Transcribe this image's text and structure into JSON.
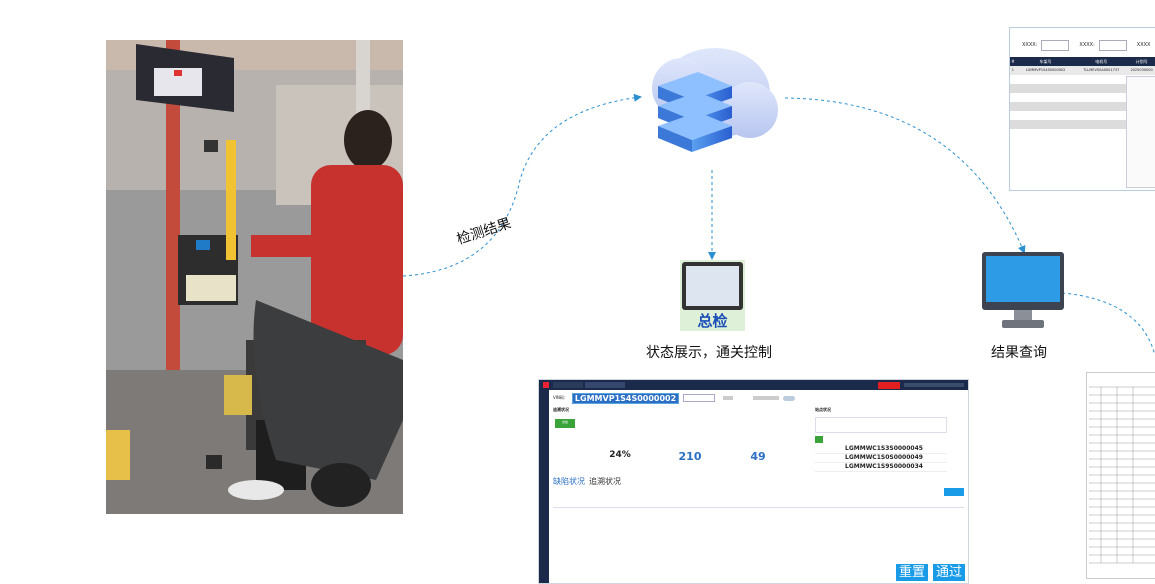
{
  "labels": {
    "detection_result": "检测结果",
    "status_display": "状态展示，通关控制",
    "result_query": "结果查询",
    "zongjian": "总检"
  },
  "screen": {
    "vin_label": "VIN码：",
    "vin_value": "LGMMVP1S4S0000002",
    "defect_tab": "缺陷状况",
    "trace_tab": "追溯状况",
    "panel_left": "追溯状况",
    "panel_right": "站点状况",
    "stat1_value": "24%",
    "stat2_value": "210",
    "stat3_value": "49",
    "vin_list": [
      "LGMMWC1S3S0000045",
      "LGMMWC1S0S0000049",
      "LGMMWC1S9S0000034"
    ],
    "reset_label": "重置",
    "pass_label": "通过",
    "pass_flag": "合格"
  },
  "right_table": {
    "field1": "XXXX:",
    "field2": "XXXX:",
    "field3": "XXXX",
    "headers": [
      "#",
      "车架号",
      "电机号",
      "计划号"
    ],
    "first_row": [
      "1",
      "LGMMVP1S4S0000002",
      "TLLMEVS0A0001737",
      "2025030000"
    ]
  },
  "colors": {
    "accent": "#1a9be8",
    "flow_line": "#2b8fd0",
    "zongjian_bg": "#dff0d8",
    "dark_bar": "#1b2a4a"
  }
}
